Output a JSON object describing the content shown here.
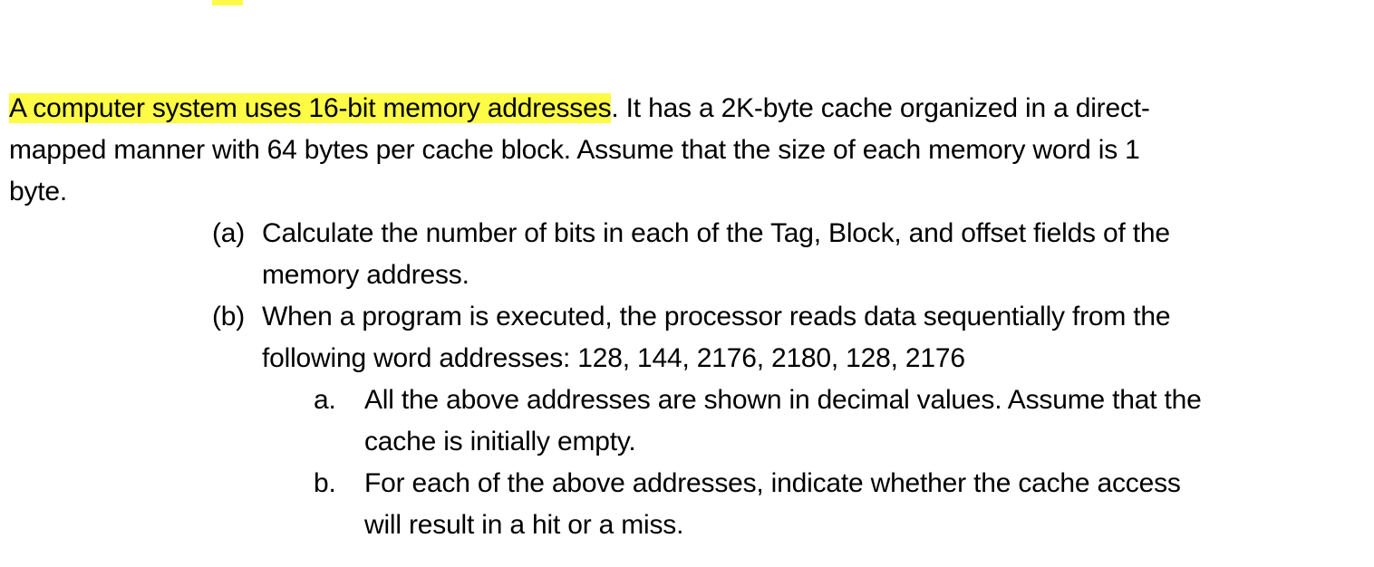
{
  "intro": {
    "highlighted": "A computer system uses 16-bit memory addresses",
    "line1_rest": ". It has a 2K-byte cache organized in a direct-",
    "line2": "mapped manner with 64 bytes per cache block. Assume that the size of each memory word is 1",
    "line3": "byte."
  },
  "parts": [
    {
      "label": "(a)",
      "lines": [
        "Calculate the number of bits in each of the Tag, Block, and offset fields of the",
        "memory address."
      ]
    },
    {
      "label": "(b)",
      "lines": [
        "When a program is executed, the processor reads data sequentially from the",
        "following word addresses: 128, 144, 2176, 2180, 128, 2176"
      ],
      "subitems": [
        {
          "label": "a.",
          "lines": [
            "All the above addresses are shown in decimal values. Assume that the",
            "cache is initially empty."
          ]
        },
        {
          "label": "b.",
          "lines": [
            "For each of the above addresses, indicate whether the cache access",
            "will result in a hit or a miss."
          ]
        }
      ]
    }
  ],
  "colors": {
    "highlight": "#fdfb45",
    "text": "#000000",
    "background": "#ffffff"
  }
}
